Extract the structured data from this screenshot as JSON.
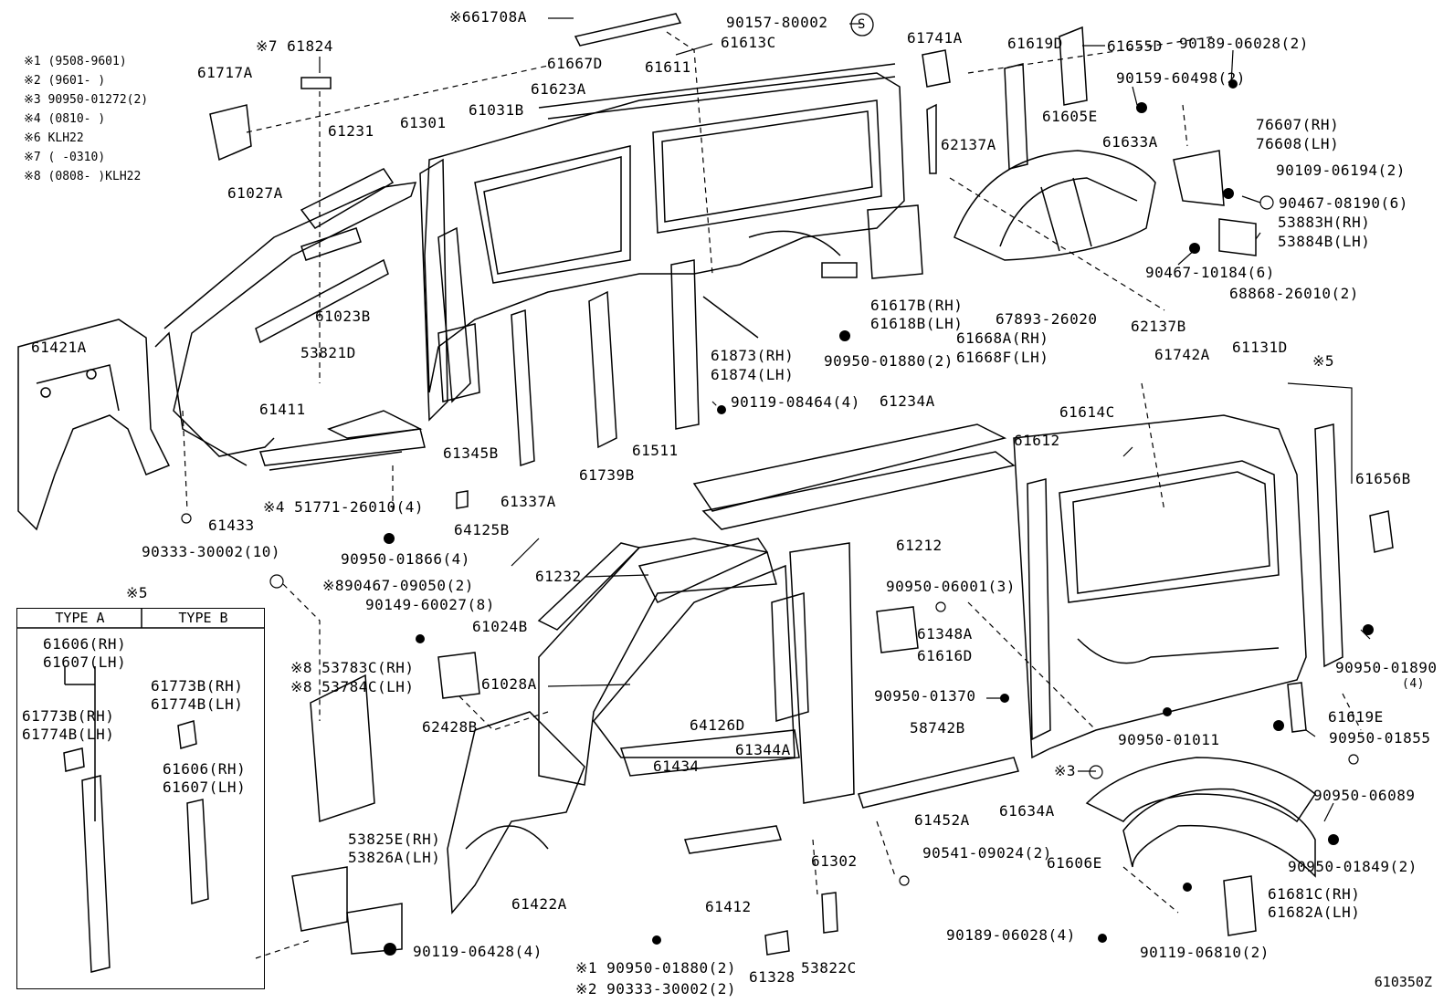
{
  "notes": [
    "※1 (9508-9601)",
    "※2 (9601-   )",
    "※3 90950-01272(2)",
    "※4 (0810-   )",
    "※6 KLH22",
    "※7 (   -0310)",
    "※8 (0808-   )KLH22"
  ],
  "legend": {
    "title": "※5",
    "type_a": "TYPE A",
    "type_b": "TYPE B",
    "a_parts": [
      "61606(RH)",
      "61607(LH)",
      "61773B(RH)",
      "61774B(LH)"
    ],
    "b_parts": [
      "61773B(RH)",
      "61774B(LH)",
      "61606(RH)",
      "61607(LH)"
    ]
  },
  "parts": [
    {
      "id": "p1",
      "text": "※661708A"
    },
    {
      "id": "p2",
      "text": "90157-80002"
    },
    {
      "id": "p3",
      "text": "61741A"
    },
    {
      "id": "p4",
      "text": "61619D"
    },
    {
      "id": "p5",
      "text": "61655D"
    },
    {
      "id": "p6",
      "text": "90189-06028(2)"
    },
    {
      "id": "p7",
      "text": "※7 61824"
    },
    {
      "id": "p8",
      "text": "61717A"
    },
    {
      "id": "p9",
      "text": "61613C"
    },
    {
      "id": "p10",
      "text": "61667D"
    },
    {
      "id": "p11",
      "text": "61611"
    },
    {
      "id": "p12",
      "text": "90159-60498(2)"
    },
    {
      "id": "p13",
      "text": "61623A"
    },
    {
      "id": "p14",
      "text": "61031B"
    },
    {
      "id": "p15",
      "text": "61301"
    },
    {
      "id": "p16",
      "text": "61231"
    },
    {
      "id": "p17",
      "text": "61605E"
    },
    {
      "id": "p18",
      "text": "61633A"
    },
    {
      "id": "p19",
      "text": "76607(RH)"
    },
    {
      "id": "p20",
      "text": "76608(LH)"
    },
    {
      "id": "p21",
      "text": "62137A"
    },
    {
      "id": "p22",
      "text": "90109-06194(2)"
    },
    {
      "id": "p23",
      "text": "90467-08190(6)"
    },
    {
      "id": "p24",
      "text": "53883H(RH)"
    },
    {
      "id": "p25",
      "text": "53884B(LH)"
    },
    {
      "id": "p26",
      "text": "61027A"
    },
    {
      "id": "p27",
      "text": "90467-10184(6)"
    },
    {
      "id": "p28",
      "text": "68868-26010(2)"
    },
    {
      "id": "p29",
      "text": "61023B"
    },
    {
      "id": "p30",
      "text": "61617B(RH)"
    },
    {
      "id": "p31",
      "text": "61618B(LH)"
    },
    {
      "id": "p32",
      "text": "67893-26020"
    },
    {
      "id": "p33",
      "text": "62137B"
    },
    {
      "id": "p34",
      "text": "61421A"
    },
    {
      "id": "p35",
      "text": "61668A(RH)"
    },
    {
      "id": "p36",
      "text": "61668F(LH)"
    },
    {
      "id": "p37",
      "text": "53821D"
    },
    {
      "id": "p38",
      "text": "61873(RH)"
    },
    {
      "id": "p39",
      "text": "61874(LH)"
    },
    {
      "id": "p40",
      "text": "90950-01880(2)"
    },
    {
      "id": "p41",
      "text": "61742A"
    },
    {
      "id": "p42",
      "text": "61131D"
    },
    {
      "id": "p43",
      "text": "※5"
    },
    {
      "id": "p44",
      "text": "61411"
    },
    {
      "id": "p45",
      "text": "90119-08464(4)"
    },
    {
      "id": "p46",
      "text": "61234A"
    },
    {
      "id": "p47",
      "text": "61614C"
    },
    {
      "id": "p48",
      "text": "61345B"
    },
    {
      "id": "p49",
      "text": "61511"
    },
    {
      "id": "p50",
      "text": "61612"
    },
    {
      "id": "p51",
      "text": "61739B"
    },
    {
      "id": "p52",
      "text": "61337A"
    },
    {
      "id": "p53",
      "text": "61656B"
    },
    {
      "id": "p54",
      "text": "61433"
    },
    {
      "id": "p55",
      "text": "※4 51771-26010(4)"
    },
    {
      "id": "p56",
      "text": "64125B"
    },
    {
      "id": "p57",
      "text": "61212"
    },
    {
      "id": "p58",
      "text": "90333-30002(10)"
    },
    {
      "id": "p59",
      "text": "90950-01866(4)"
    },
    {
      "id": "p60",
      "text": "61232"
    },
    {
      "id": "p61",
      "text": "※890467-09050(2)"
    },
    {
      "id": "p62",
      "text": "90149-60027(8)"
    },
    {
      "id": "p63",
      "text": "90950-06001(3)"
    },
    {
      "id": "p64",
      "text": "61024B"
    },
    {
      "id": "p65",
      "text": "61348A"
    },
    {
      "id": "p66",
      "text": "61616D"
    },
    {
      "id": "p67",
      "text": "※8 53783C(RH)"
    },
    {
      "id": "p68",
      "text": "※8 53784C(LH)"
    },
    {
      "id": "p69",
      "text": "61028A"
    },
    {
      "id": "p70",
      "text": "90950-01370"
    },
    {
      "id": "p71",
      "text": "90950-01890"
    },
    {
      "id": "p72",
      "text": "(4)"
    },
    {
      "id": "p73",
      "text": "61619E"
    },
    {
      "id": "p74",
      "text": "90950-01855"
    },
    {
      "id": "p75",
      "text": "62428B"
    },
    {
      "id": "p76",
      "text": "64126D"
    },
    {
      "id": "p77",
      "text": "58742B"
    },
    {
      "id": "p78",
      "text": "90950-01011"
    },
    {
      "id": "p79",
      "text": "61344A"
    },
    {
      "id": "p80",
      "text": "61434"
    },
    {
      "id": "p81",
      "text": "※3"
    },
    {
      "id": "p82",
      "text": "90950-06089"
    },
    {
      "id": "p83",
      "text": "61452A"
    },
    {
      "id": "p84",
      "text": "61634A"
    },
    {
      "id": "p85",
      "text": "53825E(RH)"
    },
    {
      "id": "p86",
      "text": "53826A(LH)"
    },
    {
      "id": "p87",
      "text": "61606E"
    },
    {
      "id": "p88",
      "text": "90541-09024(2)"
    },
    {
      "id": "p89",
      "text": "90950-01849(2)"
    },
    {
      "id": "p90",
      "text": "61422A"
    },
    {
      "id": "p91",
      "text": "61302"
    },
    {
      "id": "p92",
      "text": "61412"
    },
    {
      "id": "p93",
      "text": "61681C(RH)"
    },
    {
      "id": "p94",
      "text": "61682A(LH)"
    },
    {
      "id": "p95",
      "text": "90119-06428(4)"
    },
    {
      "id": "p96",
      "text": "90189-06028(4)"
    },
    {
      "id": "p97",
      "text": "90119-06810(2)"
    },
    {
      "id": "p98",
      "text": "※1 90950-01880(2)"
    },
    {
      "id": "p99",
      "text": "61328"
    },
    {
      "id": "p100",
      "text": "53822C"
    },
    {
      "id": "p101",
      "text": "※2 90333-30002(2)"
    }
  ],
  "circle_marker": "S",
  "figure_code": "610350Z"
}
